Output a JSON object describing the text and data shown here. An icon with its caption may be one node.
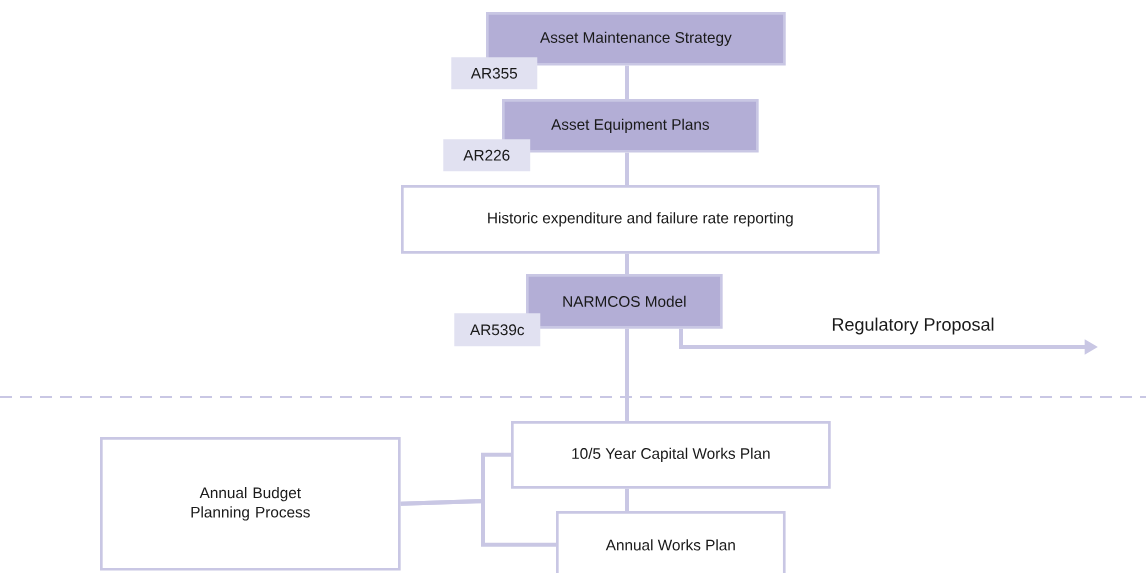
{
  "diagram": {
    "nodes": [
      {
        "text": [
          "Asset Maintenance Strategy"
        ],
        "beside": [
          "AR355"
        ]
      },
      {
        "text": [
          "Asset Equipment Plans"
        ],
        "beside": [
          "AR226"
        ]
      },
      {
        "text": [
          "Historic expenditure and failure rate reporting"
        ]
      },
      {
        "text": [
          "NARMCOS Model"
        ],
        "beside": [
          "AR539c"
        ]
      },
      {
        "text": [
          "Annual Budget Planning Process"
        ]
      },
      {
        "text": [
          "10/5 Year Capital Works Plan"
        ]
      },
      {
        "text": [
          "Annual Works Plan"
        ]
      }
    ],
    "edges": [
      {
        "from": 0,
        "to": 1,
        "arrow": "none"
      },
      {
        "from": 1,
        "to": 2,
        "arrow": "none"
      },
      {
        "from": 2,
        "to": 3,
        "arrow": "none"
      },
      {
        "from": 3,
        "to": null,
        "arrow": "to",
        "label": "Regulatory Proposal"
      },
      {
        "from": 3,
        "to": 5,
        "arrow": "none"
      },
      {
        "from": 5,
        "to": 6,
        "arrow": "none"
      },
      {
        "from": 4,
        "to": 5,
        "arrow": "none"
      },
      {
        "from": 4,
        "to": 6,
        "arrow": "none"
      }
    ]
  }
}
